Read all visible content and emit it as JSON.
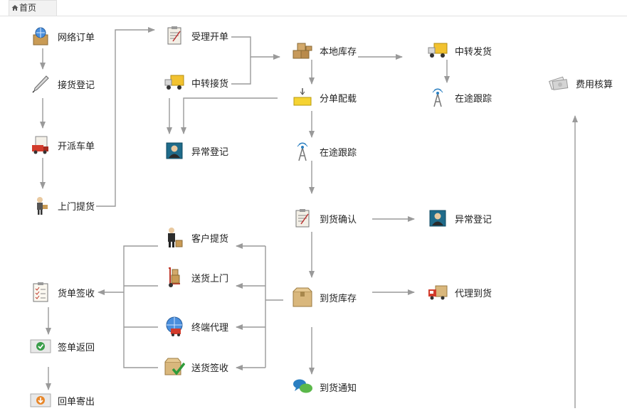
{
  "tabs": [
    {
      "label": "首页",
      "icon": "home-icon"
    }
  ],
  "nodes": {
    "online_order": {
      "label": "网络订单",
      "icon": "globe-box-icon"
    },
    "receipt_register": {
      "label": "接货登记",
      "icon": "pen-icon"
    },
    "dispatch_sheet": {
      "label": "开派车单",
      "icon": "truck-clipboard-icon"
    },
    "door_pickup": {
      "label": "上门提货",
      "icon": "courier-icon"
    },
    "accept_order": {
      "label": "受理开单",
      "icon": "clipboard-icon"
    },
    "transfer_receive": {
      "label": "中转接货",
      "icon": "delivery-truck-icon"
    },
    "exception_register_1": {
      "label": "异常登记",
      "icon": "user-card-icon"
    },
    "local_stock": {
      "label": "本地库存",
      "icon": "boxes-icon"
    },
    "split_loading": {
      "label": "分单配载",
      "icon": "crane-icon"
    },
    "in_transit_tracking_1": {
      "label": "在途跟踪",
      "icon": "antenna-icon"
    },
    "transfer_ship": {
      "label": "中转发货",
      "icon": "delivery-truck-icon"
    },
    "in_transit_tracking_2": {
      "label": "在途跟踪",
      "icon": "antenna-icon"
    },
    "cost_accounting": {
      "label": "费用核算",
      "icon": "money-icon"
    },
    "arrival_confirm": {
      "label": "到货确认",
      "icon": "clipboard-icon"
    },
    "exception_register_2": {
      "label": "异常登记",
      "icon": "user-card-icon"
    },
    "arrival_stock": {
      "label": "到货库存",
      "icon": "box-icon"
    },
    "agent_arrival": {
      "label": "代理到货",
      "icon": "agent-truck-icon"
    },
    "arrival_notice": {
      "label": "到货通知",
      "icon": "chat-icon"
    },
    "customer_pickup": {
      "label": "客户提货",
      "icon": "person-box-icon"
    },
    "home_delivery": {
      "label": "送货上门",
      "icon": "hand-truck-icon"
    },
    "terminal_agent": {
      "label": "终端代理",
      "icon": "globe-truck-icon"
    },
    "delivery_sign": {
      "label": "送货签收",
      "icon": "box-check-icon"
    },
    "waybill_sign": {
      "label": "货单签收",
      "icon": "checklist-icon"
    },
    "sign_return": {
      "label": "签单返回",
      "icon": "check-card-icon"
    },
    "return_mail": {
      "label": "回单寄出",
      "icon": "envelope-card-icon"
    }
  },
  "colors": {
    "line": "#9a9a9a",
    "text": "#222222",
    "tab_bg": "#f2f2f2"
  }
}
